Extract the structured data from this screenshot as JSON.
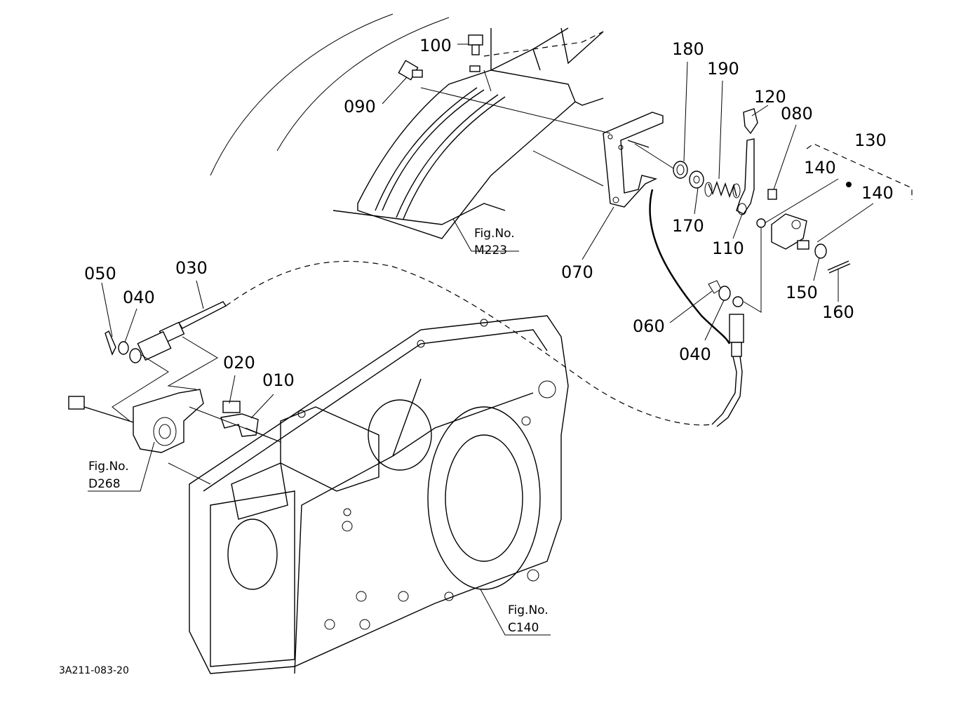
{
  "parts": [
    {
      "id": "p100",
      "label": "100"
    },
    {
      "id": "p090",
      "label": "090"
    },
    {
      "id": "p180",
      "label": "180"
    },
    {
      "id": "p190",
      "label": "190"
    },
    {
      "id": "p120",
      "label": "120"
    },
    {
      "id": "p080",
      "label": "080"
    },
    {
      "id": "p130",
      "label": "130"
    },
    {
      "id": "p140a",
      "label": "140"
    },
    {
      "id": "p140b",
      "label": "140"
    },
    {
      "id": "p170",
      "label": "170"
    },
    {
      "id": "p110",
      "label": "110"
    },
    {
      "id": "p070",
      "label": "070"
    },
    {
      "id": "p150",
      "label": "150"
    },
    {
      "id": "p160",
      "label": "160"
    },
    {
      "id": "p060",
      "label": "060"
    },
    {
      "id": "p040a",
      "label": "040"
    },
    {
      "id": "p050",
      "label": "050"
    },
    {
      "id": "p040b",
      "label": "040"
    },
    {
      "id": "p030",
      "label": "030"
    },
    {
      "id": "p020",
      "label": "020"
    },
    {
      "id": "p010",
      "label": "010"
    }
  ],
  "figure_refs": [
    {
      "id": "m223",
      "line1": "Fig.No.",
      "line2": "M223"
    },
    {
      "id": "d268",
      "line1": "Fig.No.",
      "line2": "D268"
    },
    {
      "id": "c140",
      "line1": "Fig.No.",
      "line2": "C140"
    }
  ],
  "drawing_code": "3A211-083-20"
}
